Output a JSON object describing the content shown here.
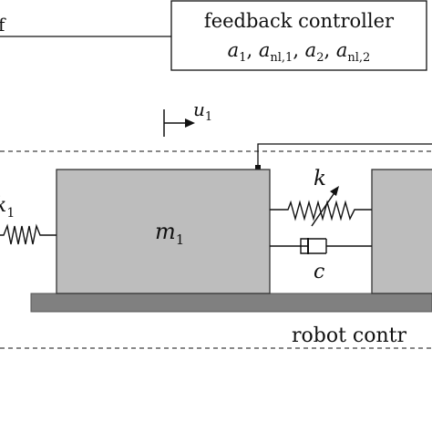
{
  "controller": {
    "title": "feedback controller",
    "params": "a₁, a_nl,1, a₂, a_nl,2",
    "params_parts": {
      "a1": "a",
      "a1_sub": "1",
      "anl1": "a",
      "anl1_sub": "nl,1",
      "a2": "a",
      "a2_sub": "2",
      "anl2": "a",
      "anl2_sub": "nl,2",
      "sep": ", "
    }
  },
  "left_signal_label": "f",
  "displacement": {
    "symbol": "u",
    "subscript": "1"
  },
  "mass": {
    "symbol": "m",
    "subscript": "1"
  },
  "left_spring": {
    "symbol": "k",
    "subscript": "1"
  },
  "variable_spring": {
    "symbol": "k"
  },
  "damper": {
    "symbol": "c"
  },
  "region_label": "robot contr",
  "colors": {
    "block_fill": "#bdbdbd",
    "block_stroke": "#333333",
    "ground_fill": "#808080",
    "line": "#111111"
  }
}
